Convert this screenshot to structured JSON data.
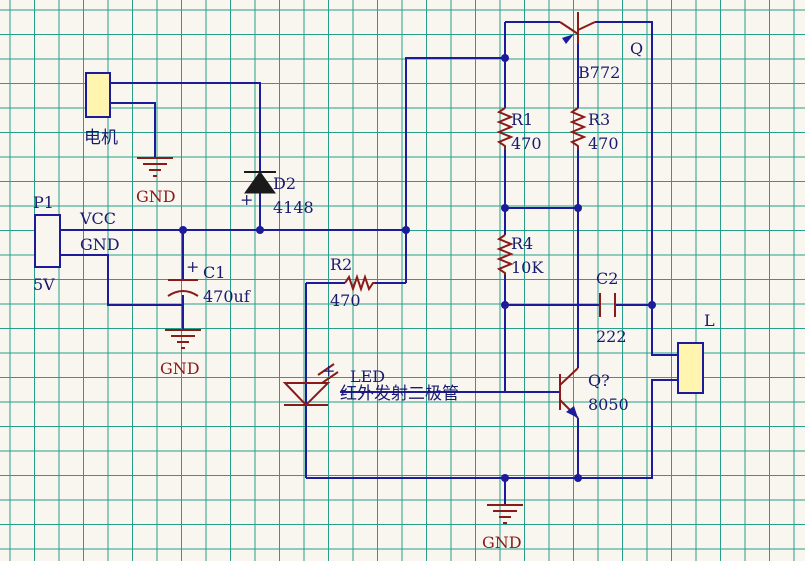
{
  "colors": {
    "background": "#f8f6ef",
    "grid": "#26a08a",
    "wire": "#1c1c9a",
    "component": "#8b1a1a",
    "connector_fill": "#fff4b0",
    "label": "#1a1a6e",
    "gnd_label": "#8b1a1a"
  },
  "labels": {
    "motor": "电机",
    "gnd": "GND",
    "d2_ref": "D2",
    "d2_value": "4148",
    "p1_ref": "P1",
    "p1_value": "5V",
    "vcc": "VCC",
    "gnd_pin": "GND",
    "c1_ref": "C1",
    "c1_value": "470uf",
    "r2_ref": "R2",
    "r2_value": "470",
    "led_ref": "LED",
    "led_desc": "红外发射二极管",
    "r1_ref": "R1",
    "r1_value": "470",
    "r3_ref": "R3",
    "r3_value": "470",
    "r4_ref": "R4",
    "r4_value": "10K",
    "c2_ref": "C2",
    "c2_value": "222",
    "q_top_ref": "Q",
    "q_top_value": "B772",
    "q_bot_ref": "Q?",
    "q_bot_value": "8050",
    "l_ref": "L"
  }
}
